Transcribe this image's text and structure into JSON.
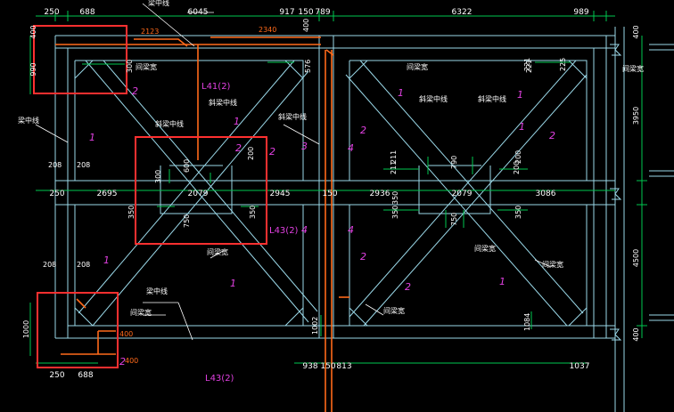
{
  "colors": {
    "background": "#000000",
    "beam_outline": "#9ad8e8",
    "dimension_line": "#00c850",
    "dimension_text": "#ffffff",
    "rebar_annotation": "#ff6a1a",
    "highlight_box": "#ff3030",
    "haunch_number": "#e040e0"
  },
  "dims_top": [
    "250",
    "688",
    "6045",
    "917",
    "150",
    "789",
    "6322",
    "989"
  ],
  "dims_mid": [
    "250",
    "2695",
    "2079",
    "2945",
    "150",
    "2936",
    "2079",
    "3086"
  ],
  "dims_bottom": [
    "250",
    "688",
    "938",
    "150",
    "813",
    "1037"
  ],
  "dims_right": [
    "400",
    "3950",
    "4500",
    "400"
  ],
  "dims_left": [
    "400",
    "990",
    "1000"
  ],
  "dims_small": [
    "208",
    "208",
    "208",
    "208",
    "600",
    "300",
    "200",
    "350",
    "350",
    "750",
    "350",
    "200",
    "211",
    "225",
    "221",
    "300",
    "790",
    "350",
    "350",
    "750",
    "211",
    "200",
    "1002",
    "1084",
    "221",
    "576",
    "400"
  ],
  "beam_labels": {
    "center_line": "梁中线",
    "center_line_alt": "梁中线",
    "diag_center": "斜梁中线",
    "diag_center_2": "斜梁中线",
    "diag_center_3": "斜梁中线",
    "haunch_width": "间梁宽"
  },
  "rebar_annotations": [
    "2123",
    "2340",
    "400",
    "400"
  ],
  "beam_ids": [
    "L41(2)",
    "L43(2)",
    "L43(2)"
  ],
  "haunch_numbers": [
    "1",
    "2",
    "1",
    "2",
    "3",
    "4",
    "4",
    "4",
    "2",
    "1",
    "1",
    "2",
    "1",
    "1",
    "2",
    "2",
    "1",
    "2",
    "2",
    "1"
  ]
}
